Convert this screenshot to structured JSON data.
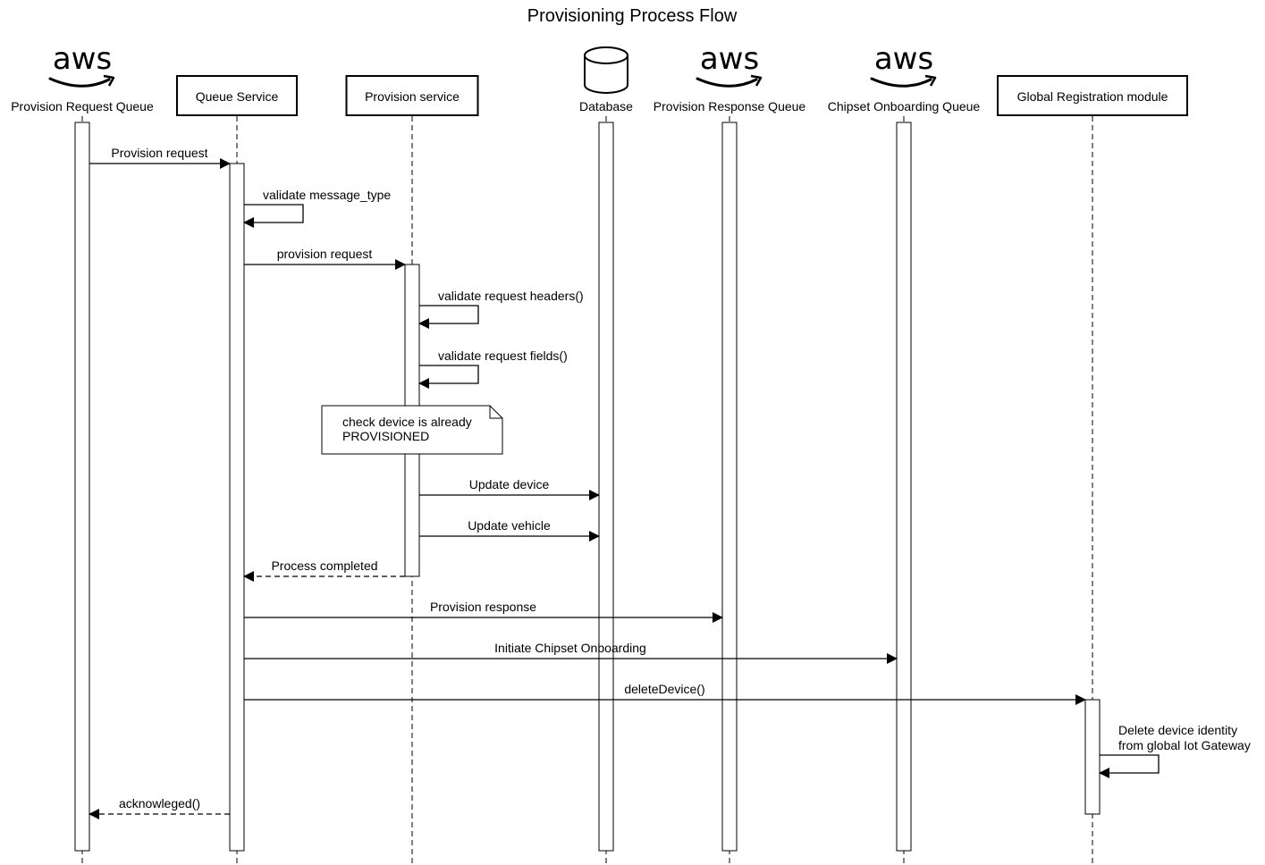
{
  "title": "Provisioning Process Flow",
  "participants": [
    {
      "id": "prq",
      "label": "Provision Request Queue",
      "kind": "aws-queue",
      "logo_text": "aws"
    },
    {
      "id": "qs",
      "label": "Queue Service",
      "kind": "box"
    },
    {
      "id": "ps",
      "label": "Provision service",
      "kind": "box"
    },
    {
      "id": "db",
      "label": "Database",
      "kind": "database"
    },
    {
      "id": "presq",
      "label": "Provision Response Queue",
      "kind": "aws-queue",
      "logo_text": "aws"
    },
    {
      "id": "coq",
      "label": "Chipset Onboarding Queue",
      "kind": "aws-queue",
      "logo_text": "aws"
    },
    {
      "id": "grm",
      "label": "Global Registration module",
      "kind": "box"
    }
  ],
  "messages": [
    {
      "from": "prq",
      "to": "qs",
      "label": "Provision request",
      "style": "solid"
    },
    {
      "from": "qs",
      "to": "qs",
      "label": "validate message_type",
      "style": "self"
    },
    {
      "from": "qs",
      "to": "ps",
      "label": "provision request",
      "style": "solid"
    },
    {
      "from": "ps",
      "to": "ps",
      "label": "validate request headers()",
      "style": "self"
    },
    {
      "from": "ps",
      "to": "ps",
      "label": "validate request fields()",
      "style": "self"
    },
    {
      "from": "ps",
      "to": "db",
      "label": "Update device",
      "style": "solid"
    },
    {
      "from": "ps",
      "to": "db",
      "label": "Update vehicle",
      "style": "solid"
    },
    {
      "from": "ps",
      "to": "qs",
      "label": "Process completed",
      "style": "dashed"
    },
    {
      "from": "qs",
      "to": "presq",
      "label": "Provision response",
      "style": "solid"
    },
    {
      "from": "qs",
      "to": "coq",
      "label": "Initiate Chipset Onboarding",
      "style": "solid"
    },
    {
      "from": "qs",
      "to": "grm",
      "label": "deleteDevice()",
      "style": "solid"
    },
    {
      "from": "grm",
      "to": "grm",
      "label": "Delete device identity\nfrom global Iot Gateway",
      "style": "self"
    },
    {
      "from": "qs",
      "to": "prq",
      "label": "acknowleged()",
      "style": "dashed"
    }
  ],
  "note": {
    "attached_to": "ps",
    "text": "check device is already\nPROVISIONED"
  }
}
